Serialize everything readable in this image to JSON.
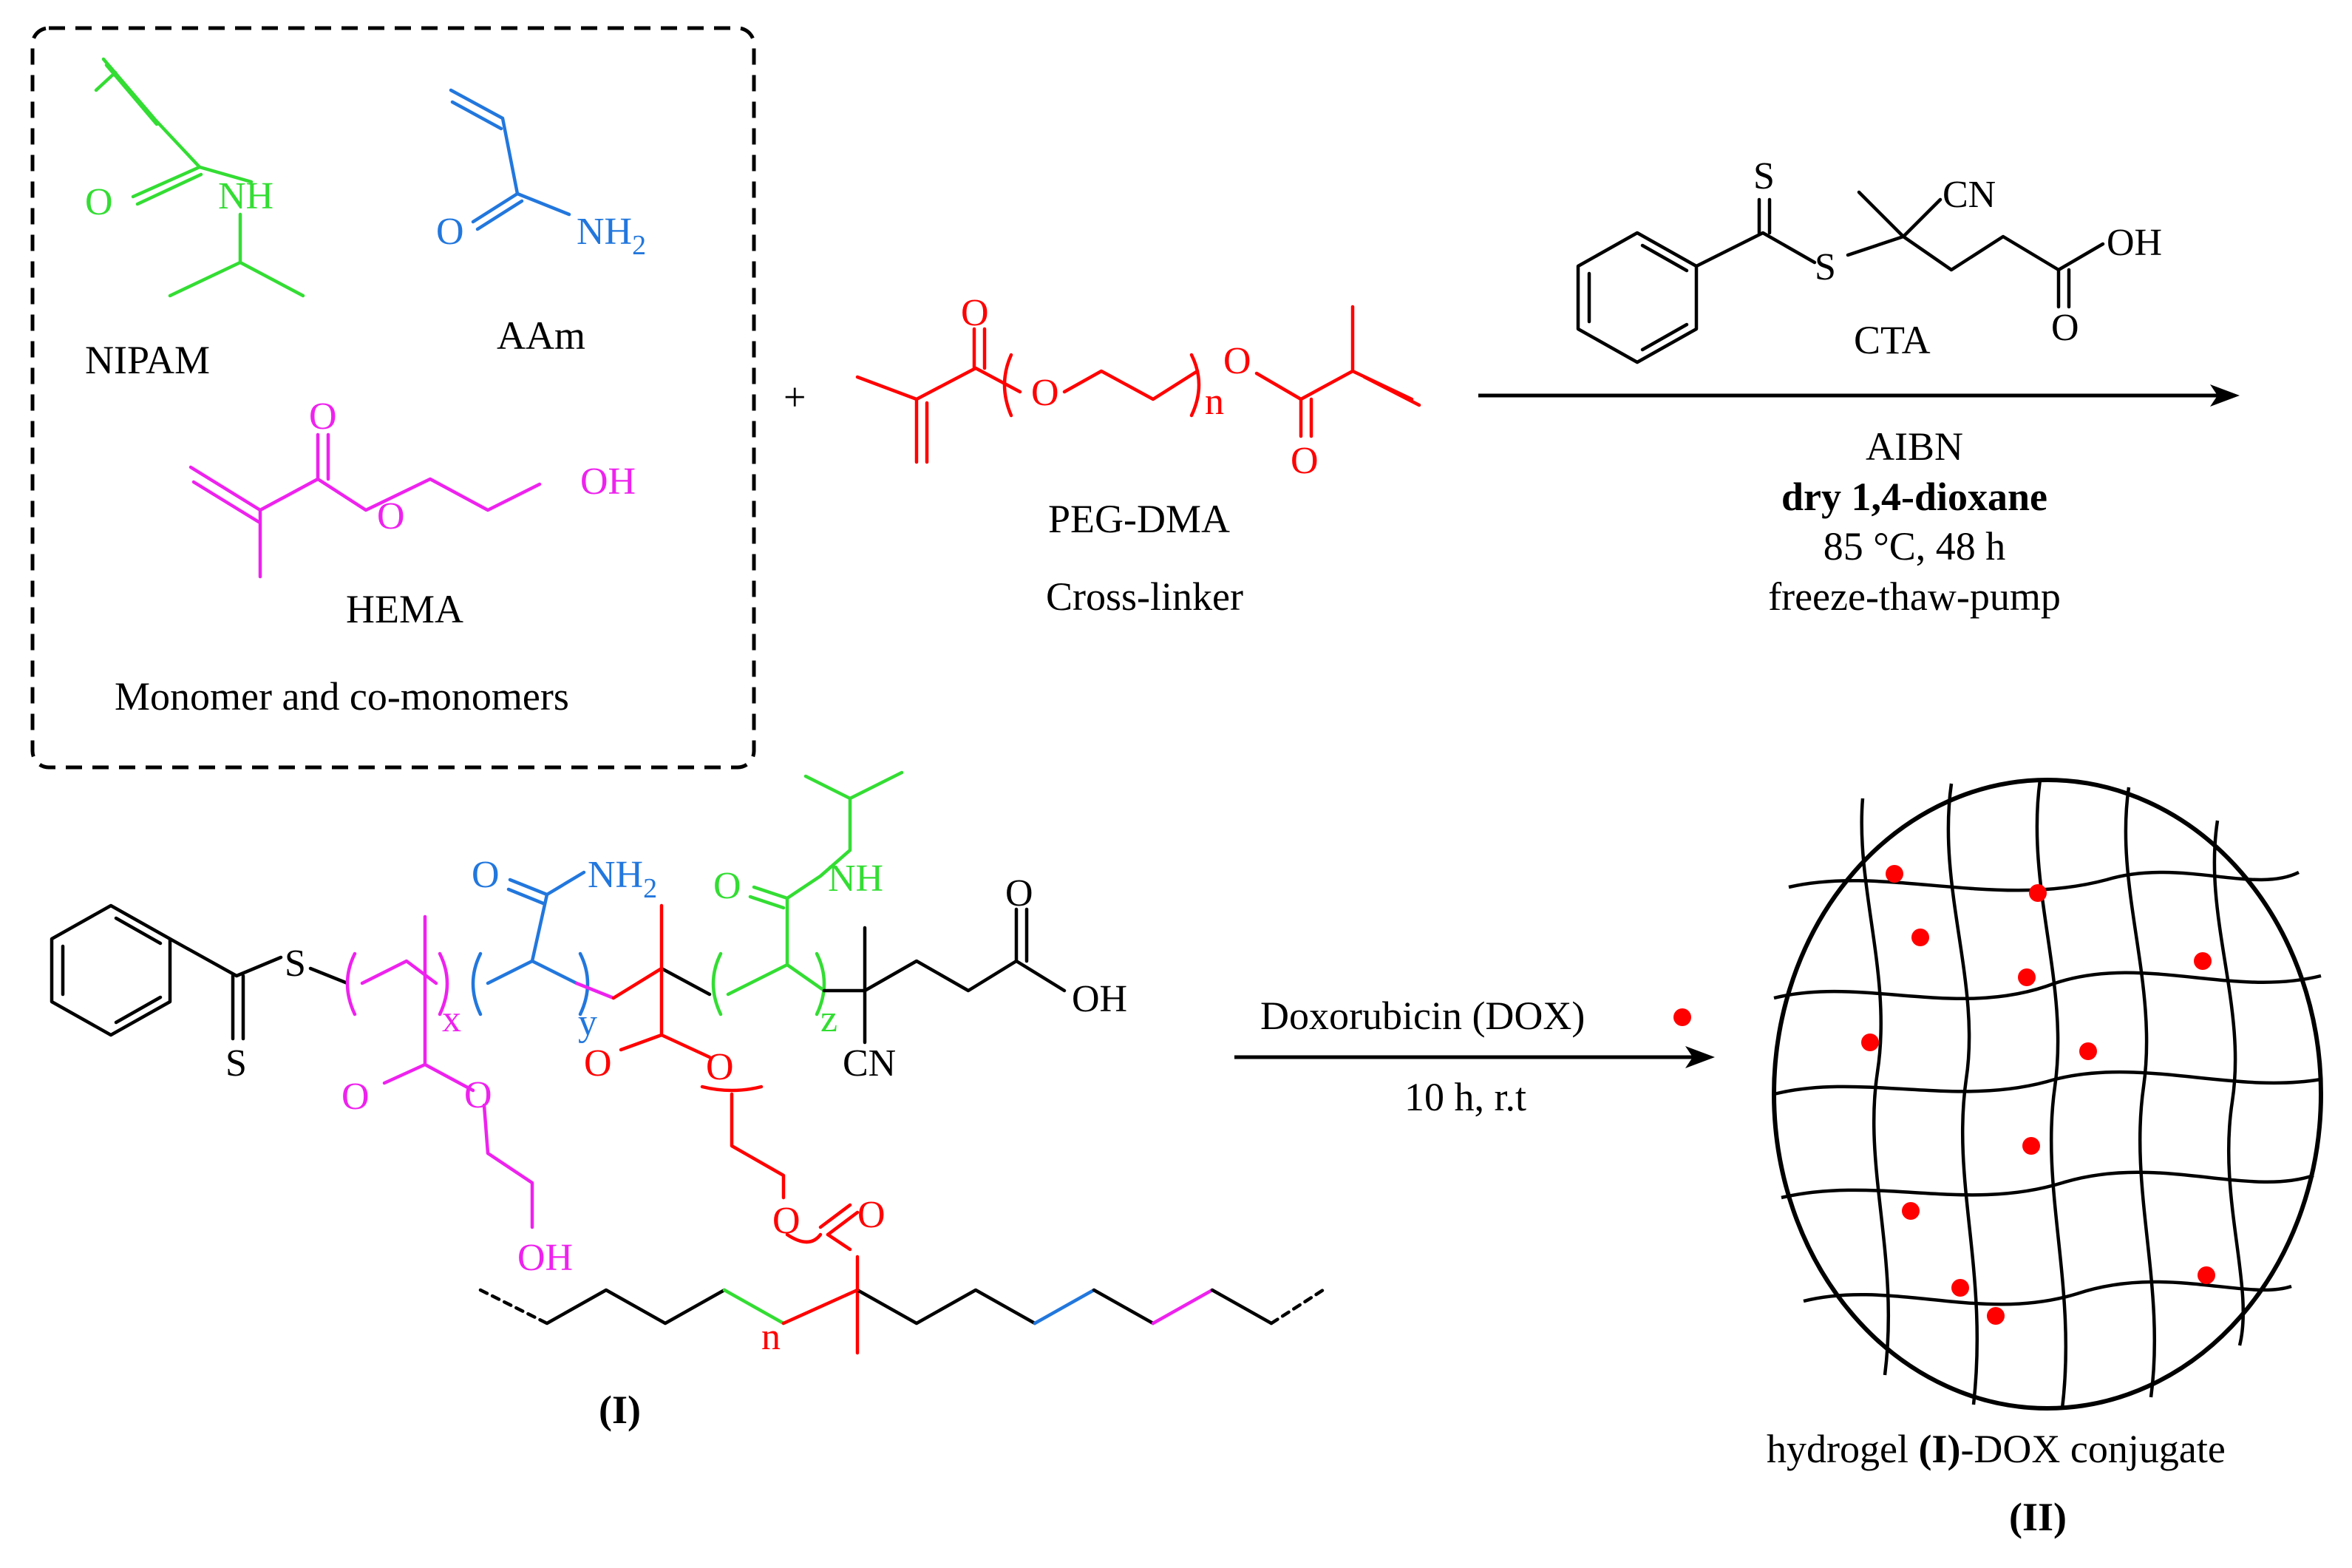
{
  "colors": {
    "nipam": "#33dd33",
    "aam": "#2277dd",
    "hema": "#ee22ee",
    "peg": "#ff0000",
    "black": "#000000",
    "dot": "#ff0000"
  },
  "box": {
    "caption": "Monomer and co-monomers"
  },
  "monomers": {
    "nipam": {
      "name": "NIPAM",
      "atom_o": "O",
      "atom_nh": "NH"
    },
    "aam": {
      "name": "AAm",
      "atom_o": "O",
      "atom_nh": "NH",
      "sub2": "2"
    },
    "hema": {
      "name": "HEMA",
      "atom_o1": "O",
      "atom_o2": "O",
      "atom_oh": "OH"
    }
  },
  "plus": "+",
  "crosslinker": {
    "name": "PEG-DMA",
    "role": "Cross-linker",
    "atom_o_top": "O",
    "atom_o_chain": "O",
    "sub_n": "n",
    "atom_o_right": "O",
    "atom_o_bottom": "O"
  },
  "reaction1": {
    "cta_label": "CTA",
    "cta_s_top": "S",
    "cta_s": "S",
    "cta_cn": "CN",
    "cta_oh": "OH",
    "cta_o": "O",
    "conditions": [
      "AIBN",
      "dry 1,4-dioxane",
      "85 °C, 48 h",
      "freeze-thaw-pump"
    ]
  },
  "polymer": {
    "label": "(I)",
    "s1": "S",
    "s2": "S",
    "sub_x": "x",
    "sub_y": "y",
    "sub_z": "z",
    "sub_n": "n",
    "aam_o": "O",
    "aam_nh": "NH",
    "aam_sub2": "2",
    "nipam_o": "O",
    "nipam_nh": "NH",
    "acid_o": "O",
    "acid_oh": "OH",
    "cn": "CN",
    "hema_o1": "O",
    "hema_o2": "O",
    "hema_oh": "OH",
    "peg_o1": "O",
    "peg_o2": "O",
    "peg_o3": "O",
    "peg_o4": "O"
  },
  "reaction2": {
    "reagent": "Doxorubicin (DOX)",
    "conditions": "10 h, r.t"
  },
  "product": {
    "caption_pre": "hydrogel ",
    "caption_bold": "(I)",
    "caption_post": "-DOX conjugate",
    "label": "(II)",
    "dox_dot_count": 12
  }
}
